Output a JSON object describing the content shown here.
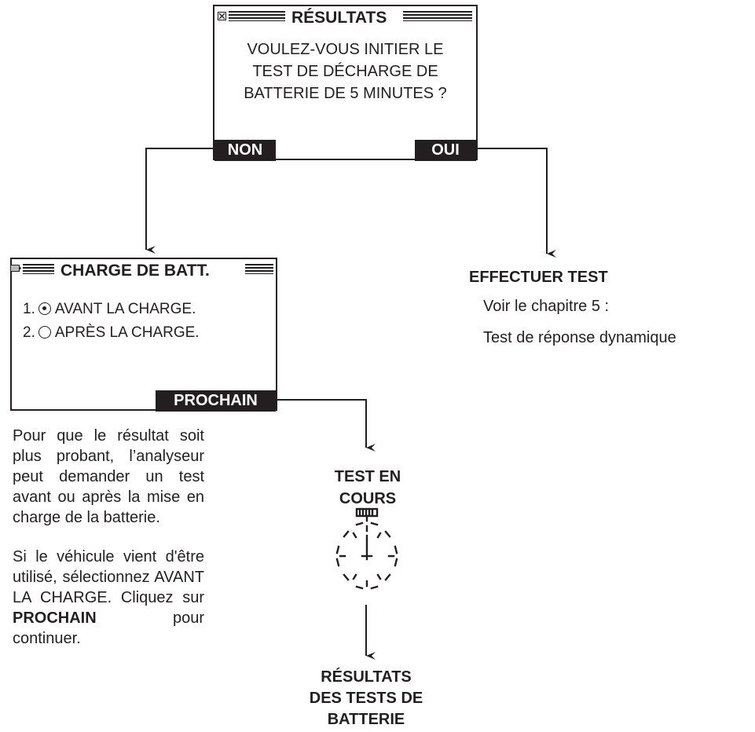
{
  "results_screen": {
    "title": "RÉSULTATS",
    "message_lines": [
      "VOULEZ-VOUS INITIER LE",
      "TEST DE DÉCHARGE DE",
      "BATTERIE DE 5 MINUTES ?"
    ],
    "left_key": "NON",
    "right_key": "OUI"
  },
  "charge_screen": {
    "title": "CHARGE DE BATT.",
    "options": [
      {
        "number": "1.",
        "label": "AVANT LA CHARGE.",
        "selected": true
      },
      {
        "number": "2.",
        "label": "APRÈS LA CHARGE.",
        "selected": false
      }
    ],
    "next_key": "PROCHAIN"
  },
  "perform_test": {
    "heading": "EFFECTUER TEST",
    "line1": "Voir le chapitre 5 :",
    "line2": "Test de réponse dynamique"
  },
  "test_in_progress": {
    "line1": "TEST EN",
    "line2": "COURS"
  },
  "battery_results": {
    "line1": "RÉSULTATS",
    "line2": "DES TESTS DE",
    "line3": "BATTERIE"
  },
  "explanation": {
    "paragraph1": "Pour que le résultat soit plus probant, l’analyseur peut demander un test avant ou après la mise en charge de la batterie.",
    "paragraph2_start": "Si le véhicule vient d'être utilisé, sélectionnez AVANT LA CHARGE. Cliquez sur",
    "paragraph2_bold": "PROCHAIN",
    "paragraph2_end": "pour continuer."
  },
  "icons": {
    "results_title_icon": "close-box-icon",
    "charge_title_icon": "battery-icon",
    "timer_icon": "stopwatch-icon"
  },
  "colors": {
    "ink": "#231f20",
    "background": "#ffffff"
  }
}
